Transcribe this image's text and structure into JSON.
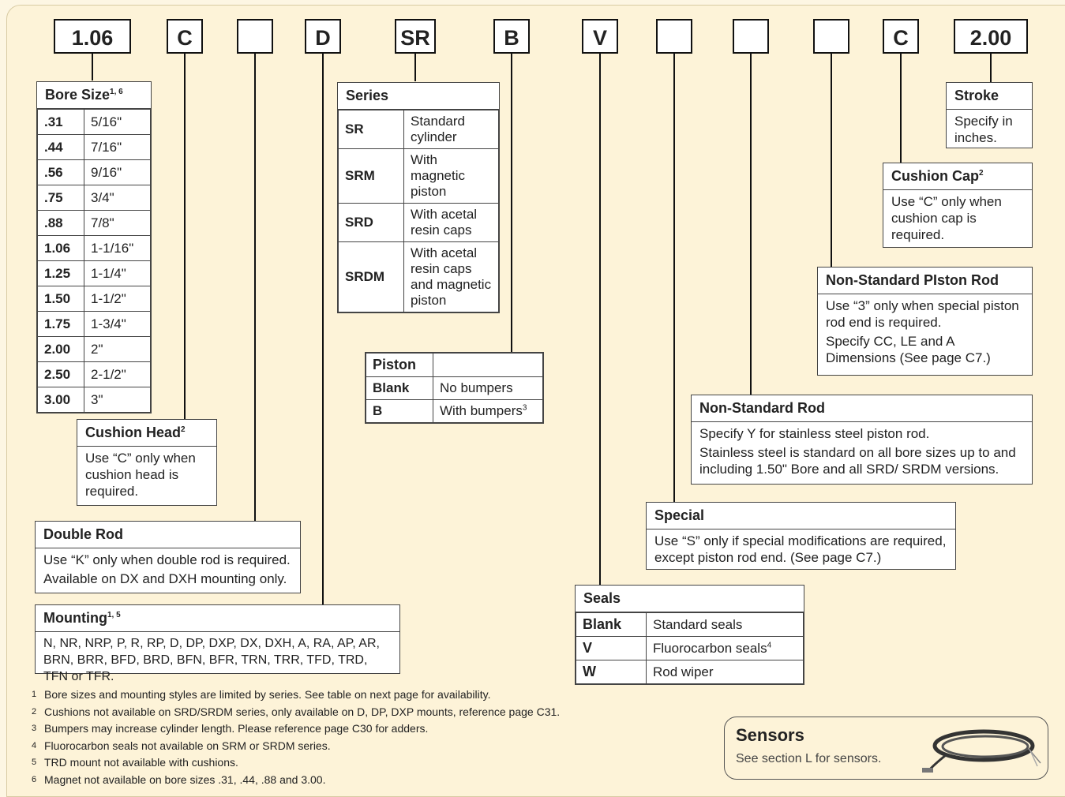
{
  "codes": [
    "1.06",
    "C",
    "",
    "D",
    "SR",
    "B",
    "V",
    "",
    "",
    "",
    "C",
    "2.00"
  ],
  "bore": {
    "title": "Bore Size",
    "sup": "1, 6",
    "rows": [
      [
        ".31",
        "5/16\""
      ],
      [
        ".44",
        "7/16\""
      ],
      [
        ".56",
        "9/16\""
      ],
      [
        ".75",
        "3/4\""
      ],
      [
        ".88",
        "7/8\""
      ],
      [
        "1.06",
        "1-1/16\""
      ],
      [
        "1.25",
        "1-1/4\""
      ],
      [
        "1.50",
        "1-1/2\""
      ],
      [
        "1.75",
        "1-3/4\""
      ],
      [
        "2.00",
        "2\""
      ],
      [
        "2.50",
        "2-1/2\""
      ],
      [
        "3.00",
        "3\""
      ]
    ]
  },
  "series": {
    "title": "Series",
    "rows": [
      [
        "SR",
        "Standard cylinder"
      ],
      [
        "SRM",
        "With magnetic piston"
      ],
      [
        "SRD",
        "With acetal resin caps"
      ],
      [
        "SRDM",
        "With acetal resin caps and magnetic piston"
      ]
    ]
  },
  "piston": {
    "title": "Piston",
    "rows": [
      [
        "Blank",
        "No bumpers",
        ""
      ],
      [
        "B",
        "With bumpers",
        "3"
      ]
    ]
  },
  "stroke": {
    "title": "Stroke",
    "body": "Specify in inches."
  },
  "cushion_cap": {
    "title": "Cushion Cap",
    "sup": "2",
    "body": "Use “C” only when cushion cap is required."
  },
  "piston_rod": {
    "title": "Non-Standard PIston Rod",
    "line1": "Use “3” only when special piston rod end is required.",
    "line2": "Specify CC, LE and A Dimensions (See page C7.)"
  },
  "nonstd_rod": {
    "title": "Non-Standard Rod",
    "line1": "Specify Y for stainless steel piston rod.",
    "line2": "Stainless steel is standard on all bore sizes up to and including 1.50\" Bore and all SRD/ SRDM versions."
  },
  "special": {
    "title": "Special",
    "body": "Use “S” only if special modifications are required, except piston rod end. (See page C7.)"
  },
  "cushion_head": {
    "title": "Cushion Head",
    "sup": "2",
    "body": "Use “C” only when cushion head is required."
  },
  "double_rod": {
    "title": "Double Rod",
    "line1": "Use “K” only when double rod is required.",
    "line2": "Available on DX and DXH mounting only."
  },
  "mounting": {
    "title": "Mounting",
    "sup": "1, 5",
    "body": "N, NR, NRP, P, R, RP, D, DP, DXP, DX, DXH, A, RA, AP, AR, BRN, BRR, BFD, BRD, BFN, BFR, TRN, TRR, TFD, TRD, TFN or TFR."
  },
  "seals": {
    "title": "Seals",
    "rows": [
      [
        "Blank",
        "Standard seals",
        ""
      ],
      [
        "V",
        "Fluorocarbon seals",
        "4"
      ],
      [
        "W",
        "Rod wiper",
        ""
      ]
    ]
  },
  "notes": [
    {
      "n": "1",
      "t": "Bore sizes and mounting styles are limited by series. See table on next page for availability."
    },
    {
      "n": "2",
      "t": "Cushions not available on SRD/SRDM series, only available on D, DP, DXP mounts, reference page C31."
    },
    {
      "n": "3",
      "t": "Bumpers may increase cylinder length. Please reference page C30 for adders."
    },
    {
      "n": "4",
      "t": "Fluorocarbon seals not available on SRM or SRDM series."
    },
    {
      "n": "5",
      "t": "TRD mount not available with cushions."
    },
    {
      "n": "6",
      "t": "Magnet not available on bore sizes .31, .44, .88 and 3.00."
    }
  ],
  "sensors": {
    "title": "Sensors",
    "body": "See section L for sensors."
  }
}
